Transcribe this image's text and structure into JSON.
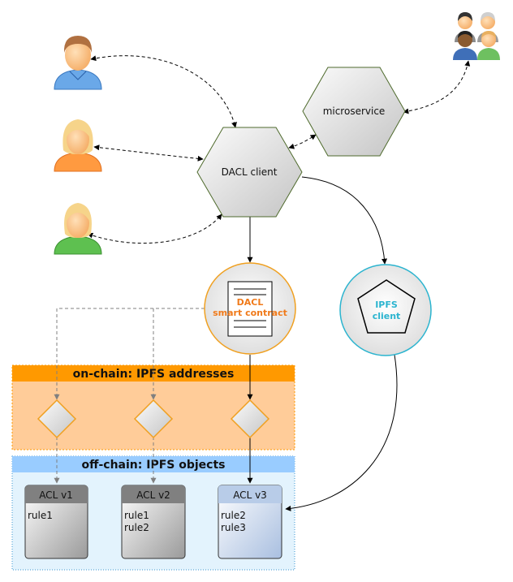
{
  "nodes": {
    "dacl_client": "DACL client",
    "microservice": "microservice",
    "contract_line1": "DACL",
    "contract_line2": "smart contract",
    "ipfs_line1": "IPFS",
    "ipfs_line2": "client"
  },
  "bands": {
    "on_chain": "on-chain: IPFS addresses",
    "off_chain": "off-chain: IPFS objects"
  },
  "acls": [
    {
      "title": "ACL v1",
      "rule1": "rule1",
      "rule2": ""
    },
    {
      "title": "ACL v2",
      "rule1": "rule1",
      "rule2": "rule2"
    },
    {
      "title": "ACL v3",
      "rule1": "rule2",
      "rule2": "rule3"
    }
  ],
  "colors": {
    "on_chain_header": "#ff9900",
    "on_chain_fill": "#ffcc99",
    "off_chain_header": "#99ccff",
    "off_chain_fill": "#e3f3fd",
    "contract_accent": "#f07a1a",
    "ipfs_accent": "#2bb4cf",
    "hex_stroke": "#4e6a2c"
  },
  "icons": [
    "user-male-icon",
    "user-female-icon",
    "user-female-icon",
    "user-group-icon"
  ]
}
